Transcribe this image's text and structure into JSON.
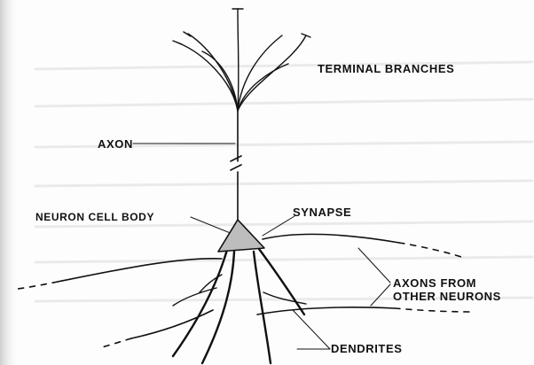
{
  "labels": {
    "terminal_branches": "TERMINAL BRANCHES",
    "axon": "AXON",
    "neuron_cell_body": "NEURON CELL BODY",
    "synapse": "SYNAPSE",
    "axons_from_other_neurons_line1": "AXONS FROM",
    "axons_from_other_neurons_line2": "OTHER NEURONS",
    "dendrites": "DENDRITES"
  },
  "colors": {
    "ink": "#111111",
    "cell_body_fill": "#bdbdbd",
    "background": "#fdfdfd"
  }
}
